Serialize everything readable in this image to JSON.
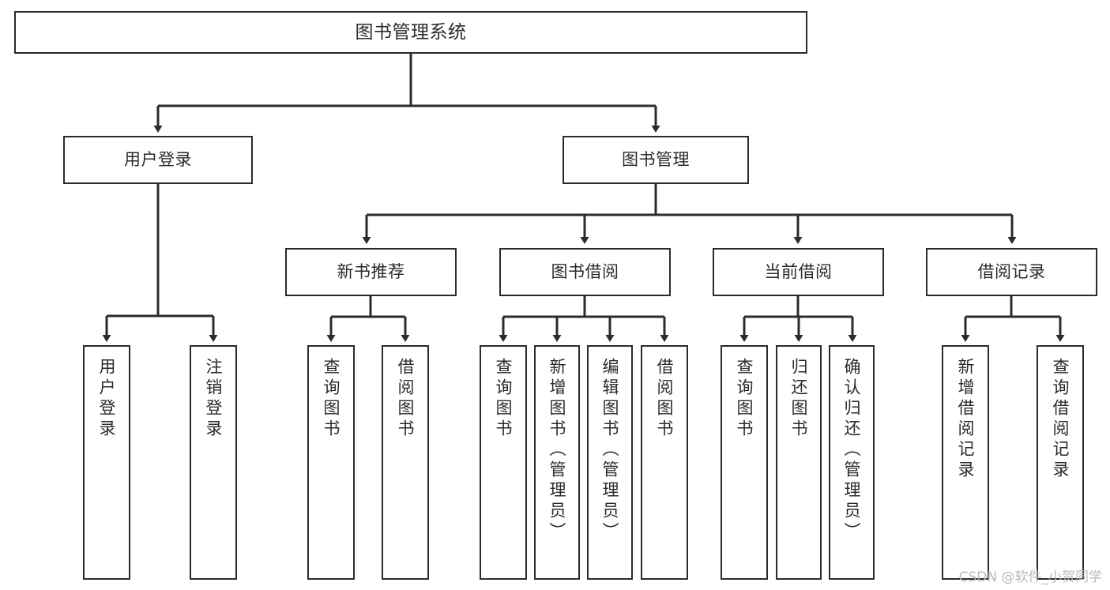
{
  "diagram": {
    "type": "tree-hierarchy-chart",
    "title": "图书管理系统",
    "watermark": "CSDN @软件_小贺同学",
    "colors": {
      "stroke": "#2b2b2b",
      "fill": "#ffffff",
      "text": "#2b2b2b",
      "watermark": "#b9b9b9"
    },
    "nodes": {
      "root": {
        "label": "图书管理系统"
      },
      "level1": [
        {
          "label": "用户登录"
        },
        {
          "label": "图书管理"
        }
      ],
      "level2": [
        {
          "label": "新书推荐"
        },
        {
          "label": "图书借阅"
        },
        {
          "label": "当前借阅"
        },
        {
          "label": "借阅记录"
        }
      ],
      "leaves_user_login": [
        {
          "label": "用户登录"
        },
        {
          "label": "注销登录"
        }
      ],
      "leaves_new_book": [
        {
          "label": "查询图书"
        },
        {
          "label": "借阅图书"
        }
      ],
      "leaves_borrow": [
        {
          "label": "查询图书"
        },
        {
          "label": "新增图书（管理员）"
        },
        {
          "label": "编辑图书（管理员）"
        },
        {
          "label": "借阅图书"
        }
      ],
      "leaves_current": [
        {
          "label": "查询图书"
        },
        {
          "label": "归还图书"
        },
        {
          "label": "确认归还（管理员）"
        }
      ],
      "leaves_records": [
        {
          "label": "新增借阅记录"
        },
        {
          "label": "查询借阅记录"
        }
      ]
    }
  }
}
